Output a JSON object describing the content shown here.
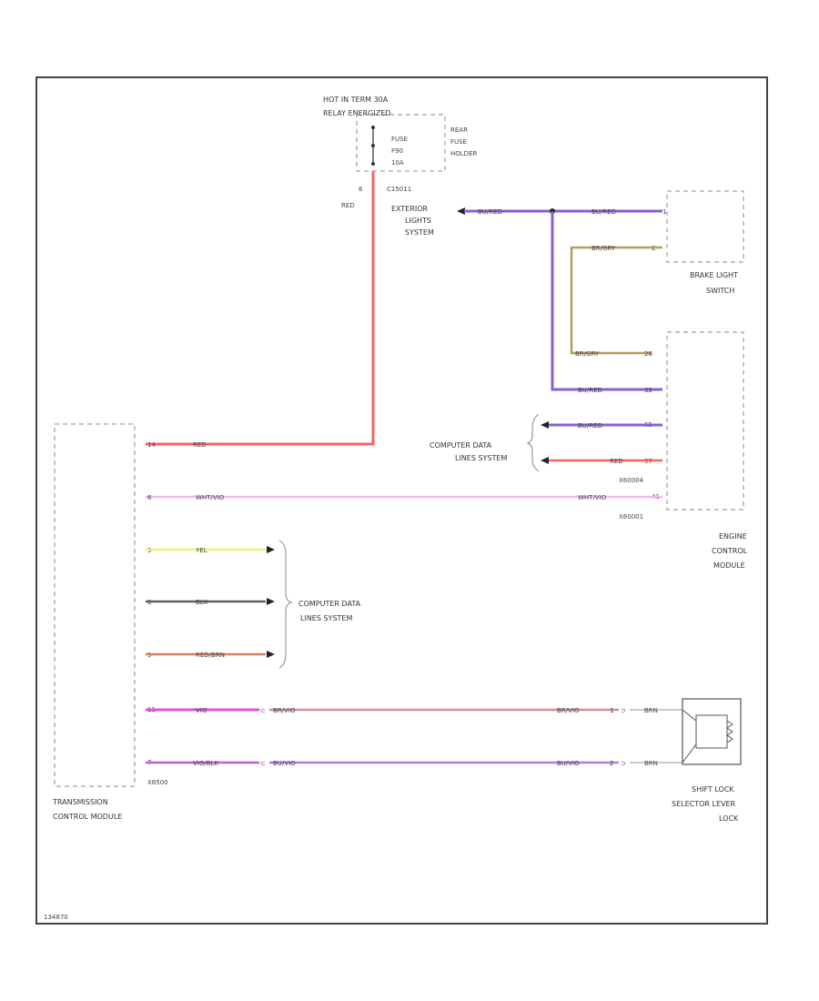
{
  "power": {
    "line1": "HOT IN TERM 30A",
    "line2": "RELAY ENERGIZED",
    "fuse_line1": "FUSE",
    "fuse_line2": "F90",
    "fuse_line3": "10A",
    "holder_line1": "REAR",
    "holder_line2": "FUSE",
    "holder_line3": "HOLDER",
    "pin": "6",
    "connector": "C15011",
    "wire_color": "RED"
  },
  "exterior_lights": {
    "line1": "EXTERIOR",
    "line2": "LIGHTS",
    "line3": "SYSTEM"
  },
  "brake_switch": {
    "line1": "BRAKE LIGHT",
    "line2": "SWITCH",
    "pin_top": "1",
    "pin_bottom": "2"
  },
  "ecm": {
    "line1": "ENGINE",
    "line2": "CONTROL",
    "line3": "MODULE",
    "connector_a": "X60004",
    "connector_b": "X60001",
    "pins": [
      "28",
      "32",
      "65",
      "57",
      "41"
    ]
  },
  "cdl_top": {
    "line1": "COMPUTER DATA",
    "line2": "LINES SYSTEM"
  },
  "cdl_left": {
    "line1": "COMPUTER DATA",
    "line2": "LINES SYSTEM"
  },
  "tcm": {
    "line1": "TRANSMISSION",
    "line2": "CONTROL MODULE",
    "connector": "X8500",
    "pins": [
      "14",
      "6",
      "3",
      "8",
      "9",
      "11",
      "7"
    ]
  },
  "shift_lock": {
    "line1": "SHIFT LOCK",
    "line2": "SELECTOR LEVER",
    "line3": "LOCK",
    "pins": [
      "1",
      "2"
    ]
  },
  "wire_labels": {
    "bu_red_1": "BU/RED",
    "bu_red_2": "BU/RED",
    "bu_red_3": "BU/RED",
    "bu_red_4": "BU/RED",
    "br_gry_1": "BR/GRY",
    "br_gry_2": "BR/GRY",
    "red_ecm": "RED",
    "red_tcm": "RED",
    "wht_vio_1": "WHT/VIO",
    "wht_vio_2": "WHT/VIO",
    "yel": "YEL",
    "blk": "BLK",
    "red_brn": "RED/BRN",
    "vio": "VIO",
    "vio_blk": "VIO/BLK",
    "br_vio_1": "BR/VIO",
    "br_vio_2": "BR/VIO",
    "bu_vio_1": "BU/VIO",
    "bu_vio_2": "BU/VIO",
    "brn_1": "BRN",
    "brn_2": "BRN"
  },
  "footer_code": "134870",
  "colors": {
    "red": "#ff6060",
    "violet": "#8a5fd6",
    "brown_gray": "#b89a5e",
    "white_violet": "#f0b8f0",
    "yellow": "#f0f070",
    "black": "#606060",
    "red_brown": "#d98060",
    "vio_bright": "#e050e0",
    "brown_violet": "#d09090",
    "blue_violet": "#b080d8"
  }
}
